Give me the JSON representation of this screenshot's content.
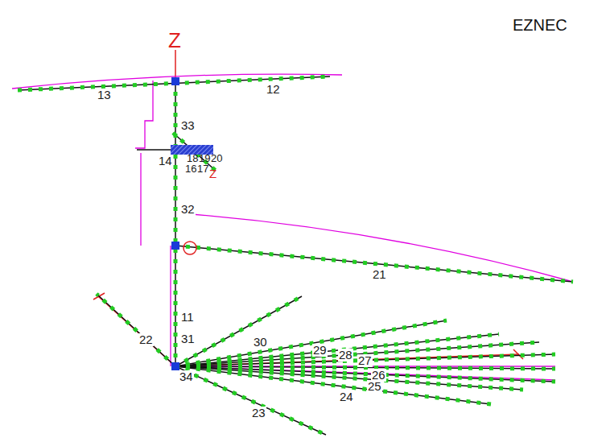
{
  "diagram": {
    "labels": [
      "EZNEC",
      "Z",
      "12",
      "13",
      "33",
      "14",
      "18",
      "19",
      "20",
      "16",
      "17",
      "Z",
      "32",
      "21",
      "11",
      "31",
      "22",
      "30",
      "29",
      "28",
      "27",
      "26",
      "25",
      "24",
      "23",
      "34"
    ]
  }
}
